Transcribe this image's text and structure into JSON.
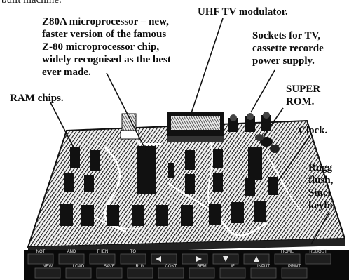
{
  "caption_fragment": "built machine.",
  "labels": {
    "z80a": "Z80A microprocessor – new,\nfaster version of the famous\nZ-80 microprocessor chip,\nwidely recognised as the best\never made.",
    "uhf": "UHF TV modulator.",
    "sockets": "Sockets for TV,\ncassette recorde\npower supply.",
    "ram": "RAM chips.",
    "super_rom": "SUPER\nROM.",
    "clock": "Clock.",
    "keyboard": "Rugg\nflush,\nSincl\nkeybo"
  },
  "keyboard": {
    "top_row": [
      "NOT",
      "AND",
      "THEN",
      "TO",
      "",
      "",
      "",
      "",
      "HOME",
      "RUBOUT"
    ],
    "bottom_row": [
      "NEW",
      "LOAD",
      "SAVE",
      "RUN",
      "CONT",
      "REM",
      "IF",
      "INPUT",
      "PRINT"
    ]
  },
  "colors": {
    "ink": "#0d0d0d",
    "board_hatch": "#1a1a1a",
    "board_light": "#f2f2f2",
    "chip": "#111111",
    "key": "#0a0a0a"
  }
}
